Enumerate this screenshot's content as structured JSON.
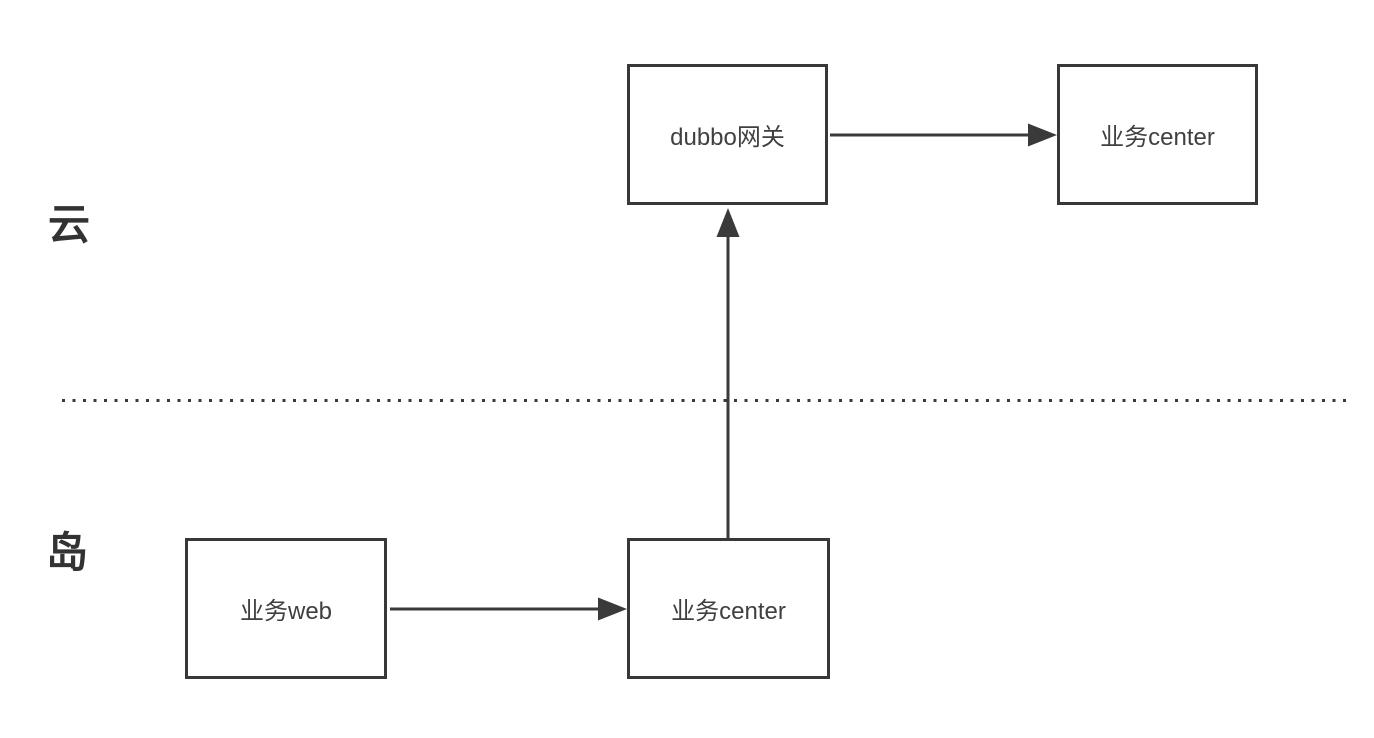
{
  "diagram": {
    "regions": {
      "cloud": {
        "label": "云"
      },
      "island": {
        "label": "岛"
      }
    },
    "nodes": [
      {
        "id": "dubbo-gateway",
        "label": "dubbo网关"
      },
      {
        "id": "biz-center-cloud",
        "label": "业务center"
      },
      {
        "id": "biz-web",
        "label": "业务web"
      },
      {
        "id": "biz-center-island",
        "label": "业务center"
      }
    ],
    "edges": [
      {
        "from": "biz-web",
        "to": "biz-center-island",
        "direction": "right"
      },
      {
        "from": "biz-center-island",
        "to": "dubbo-gateway",
        "direction": "up"
      },
      {
        "from": "dubbo-gateway",
        "to": "biz-center-cloud",
        "direction": "right"
      }
    ],
    "colors": {
      "stroke": "#3a3a3a",
      "border": "#383838",
      "text": "#404040",
      "background": "#ffffff"
    }
  }
}
